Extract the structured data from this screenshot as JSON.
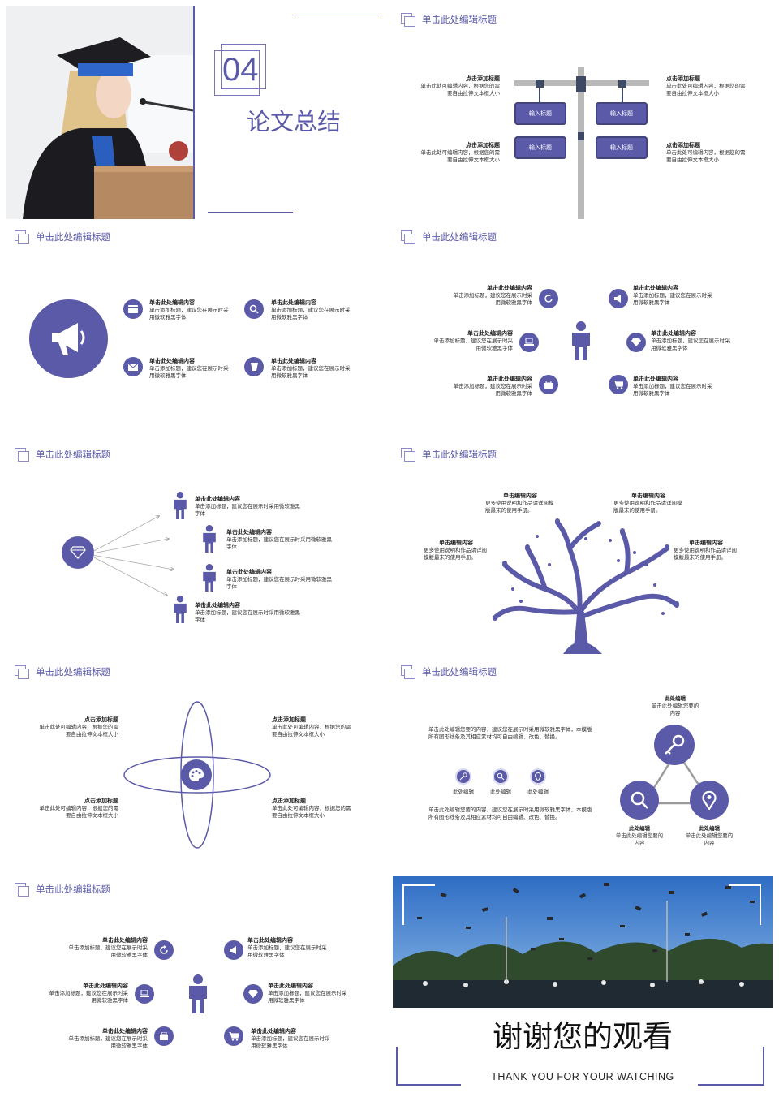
{
  "accent": "#5b5aa8",
  "slide_title": "单击此处编辑标题",
  "s1": {
    "num": "04",
    "title": "论文总结"
  },
  "s2": {
    "tl": {
      "h": "点击添加标题",
      "t": "单击此处可编辑内容，根据您的需要自由拉伸文本框大小"
    },
    "tr": {
      "h": "点击添加标题",
      "t": "单击此处可编辑内容，根据您的需要自由拉伸文本框大小"
    },
    "bl": {
      "h": "点击添加标题",
      "t": "单击此处可编辑内容，根据您的需要自由拉伸文本框大小"
    },
    "br": {
      "h": "点击添加标题",
      "t": "单击此处可编辑内容，根据您的需要自由拉伸文本框大小"
    },
    "signs": [
      "输入标题",
      "输入标题",
      "输入标题",
      "输入标题"
    ]
  },
  "s3": {
    "items": [
      {
        "h": "单击此处编辑内容",
        "t": "单击添加标题，建议您在展示时采用微软雅黑字体"
      },
      {
        "h": "单击此处编辑内容",
        "t": "单击添加标题，建议您在展示时采用微软雅黑字体"
      },
      {
        "h": "单击此处编辑内容",
        "t": "单击添加标题，建议您在展示时采用微软雅黑字体"
      },
      {
        "h": "单击此处编辑内容",
        "t": "单击添加标题，建议您在展示时采用微软雅黑字体"
      }
    ]
  },
  "s4": {
    "items": [
      {
        "h": "单击此处编辑内容",
        "t": "单击添加标题，建议您在展示时采用微软雅黑字体"
      },
      {
        "h": "单击此处编辑内容",
        "t": "单击添加标题，建议您在展示时采用微软雅黑字体"
      },
      {
        "h": "单击此处编辑内容",
        "t": "单击添加标题，建议您在展示时采用微软雅黑字体"
      },
      {
        "h": "单击此处编辑内容",
        "t": "单击添加标题，建议您在展示时采用微软雅黑字体"
      },
      {
        "h": "单击此处编辑内容",
        "t": "单击添加标题，建议您在展示时采用微软雅黑字体"
      },
      {
        "h": "单击此处编辑内容",
        "t": "单击添加标题，建议您在展示时采用微软雅黑字体"
      }
    ]
  },
  "s5": {
    "items": [
      {
        "h": "单击此处编辑内容",
        "t": "单击添加标题，建议您在展示时采用微软雅黑字体"
      },
      {
        "h": "单击此处编辑内容",
        "t": "单击添加标题，建议您在展示时采用微软雅黑字体"
      },
      {
        "h": "单击此处编辑内容",
        "t": "单击添加标题，建议您在展示时采用微软雅黑字体"
      },
      {
        "h": "单击此处编辑内容",
        "t": "单击添加标题，建议您在展示时采用微软雅黑字体"
      }
    ]
  },
  "s6": {
    "items": [
      {
        "h": "单击编辑内容",
        "t": "更多使用说明和作品请详阅模版最末的使用手册。"
      },
      {
        "h": "单击编辑内容",
        "t": "更多使用说明和作品请详阅模版最末的使用手册。"
      },
      {
        "h": "单击编辑内容",
        "t": "更多使用说明和作品请详阅模版最末的使用手册。"
      },
      {
        "h": "单击编辑内容",
        "t": "更多使用说明和作品请详阅模版最末的使用手册。"
      }
    ]
  },
  "s7": {
    "tl": {
      "h": "点击添加标题",
      "t": "单击此处可编辑内容，根据您的需要自由拉伸文本框大小"
    },
    "tr": {
      "h": "点击添加标题",
      "t": "单击此处可编辑内容，根据您的需要自由拉伸文本框大小"
    },
    "bl": {
      "h": "点击添加标题",
      "t": "单击此处可编辑内容，根据您的需要自由拉伸文本框大小"
    },
    "br": {
      "h": "点击添加标题",
      "t": "单击此处可编辑内容，根据您的需要自由拉伸文本框大小"
    }
  },
  "s8": {
    "p1": "单击此处编辑您要的内容，建议您在展示时采用微软雅黑字体，本模版所有图形线条及其相应素材均可自由编辑、改色、替换。",
    "p2": "单击此处编辑您要的内容，建议您在展示时采用微软雅黑字体，本模版所有图形线条及其相应素材均可自由编辑、改色、替换。",
    "icons": [
      "此处编辑",
      "此处编辑",
      "此处编辑"
    ],
    "top": {
      "h": "此处编辑",
      "t": "单击此处编辑您要的内容"
    },
    "left": {
      "h": "此处编辑",
      "t": "单击此处编辑您要的内容"
    },
    "right": {
      "h": "此处编辑",
      "t": "单击此处编辑您要的内容"
    }
  },
  "s9": {
    "items": [
      {
        "h": "单击此处编辑内容",
        "t": "单击添加标题，建议您在展示时采用微软雅黑字体"
      },
      {
        "h": "单击此处编辑内容",
        "t": "单击添加标题，建议您在展示时采用微软雅黑字体"
      },
      {
        "h": "单击此处编辑内容",
        "t": "单击添加标题，建议您在展示时采用微软雅黑字体"
      },
      {
        "h": "单击此处编辑内容",
        "t": "单击添加标题，建议您在展示时采用微软雅黑字体"
      },
      {
        "h": "单击此处编辑内容",
        "t": "单击添加标题，建议您在展示时采用微软雅黑字体"
      },
      {
        "h": "单击此处编辑内容",
        "t": "单击添加标题，建议您在展示时采用微软雅黑字体"
      }
    ]
  },
  "s10": {
    "title": "谢谢您的观看",
    "subtitle": "THANK YOU FOR YOUR WATCHING"
  }
}
